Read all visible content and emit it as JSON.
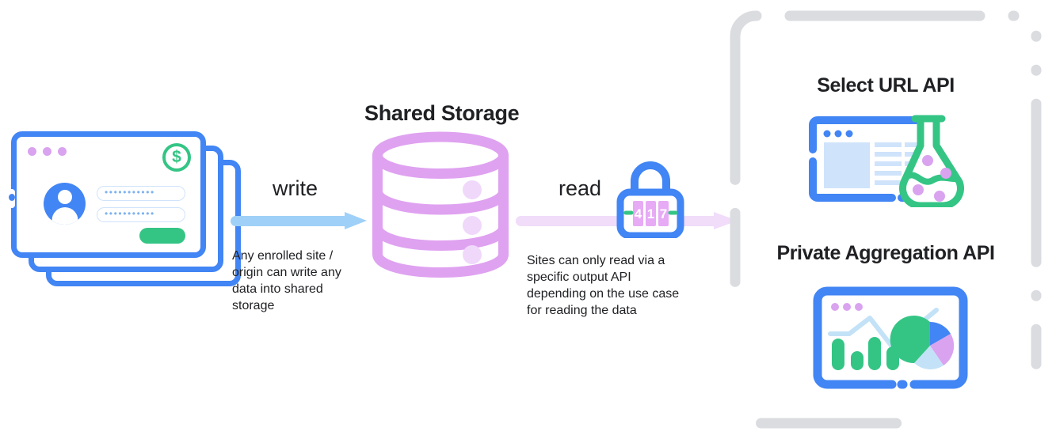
{
  "diagram": {
    "title": "Shared Storage write and read flow",
    "colors": {
      "blue": "#4285f4",
      "light_blue_arrow": "#9fd0f8",
      "purple_cylinder": "#dfa2f0",
      "pale_purple_arrow": "#f1dcfa",
      "green": "#34c585",
      "dot_purple": "#d9a3ef",
      "panel_dash_gray": "#dadce0",
      "text": "#202124"
    }
  },
  "source": {
    "name": "stacked-site-windows",
    "window_dots": [
      "dot",
      "dot",
      "dot"
    ],
    "badge_icon": "dollar-circle-icon",
    "badge_symbol": "$",
    "avatar_icon": "user-avatar-icon",
    "password_mask": "•••••••••••",
    "submit_button_label": ""
  },
  "write_flow": {
    "label": "write",
    "caption": "Any enrolled site /\norigin can write any\ndata into shared\nstorage",
    "arrow_icon": "arrow-right-icon"
  },
  "storage": {
    "title": "Shared Storage",
    "icon": "database-cylinder-icon",
    "tiers": 3
  },
  "read_flow": {
    "label": "read",
    "caption": "Sites can only read via a\nspecific output API\ndepending on the use case\nfor reading the data",
    "arrow_icon": "arrow-right-icon",
    "lock_icon": "combination-padlock-icon",
    "lock_digits": [
      "4",
      "1",
      "7"
    ]
  },
  "output_apis": {
    "panel_style": "dashed-rounded-border",
    "items": [
      {
        "title": "Select URL API",
        "icon": "browser-window-flask-icon"
      },
      {
        "title": "Private Aggregation API",
        "icon": "browser-window-charts-icon"
      }
    ]
  }
}
